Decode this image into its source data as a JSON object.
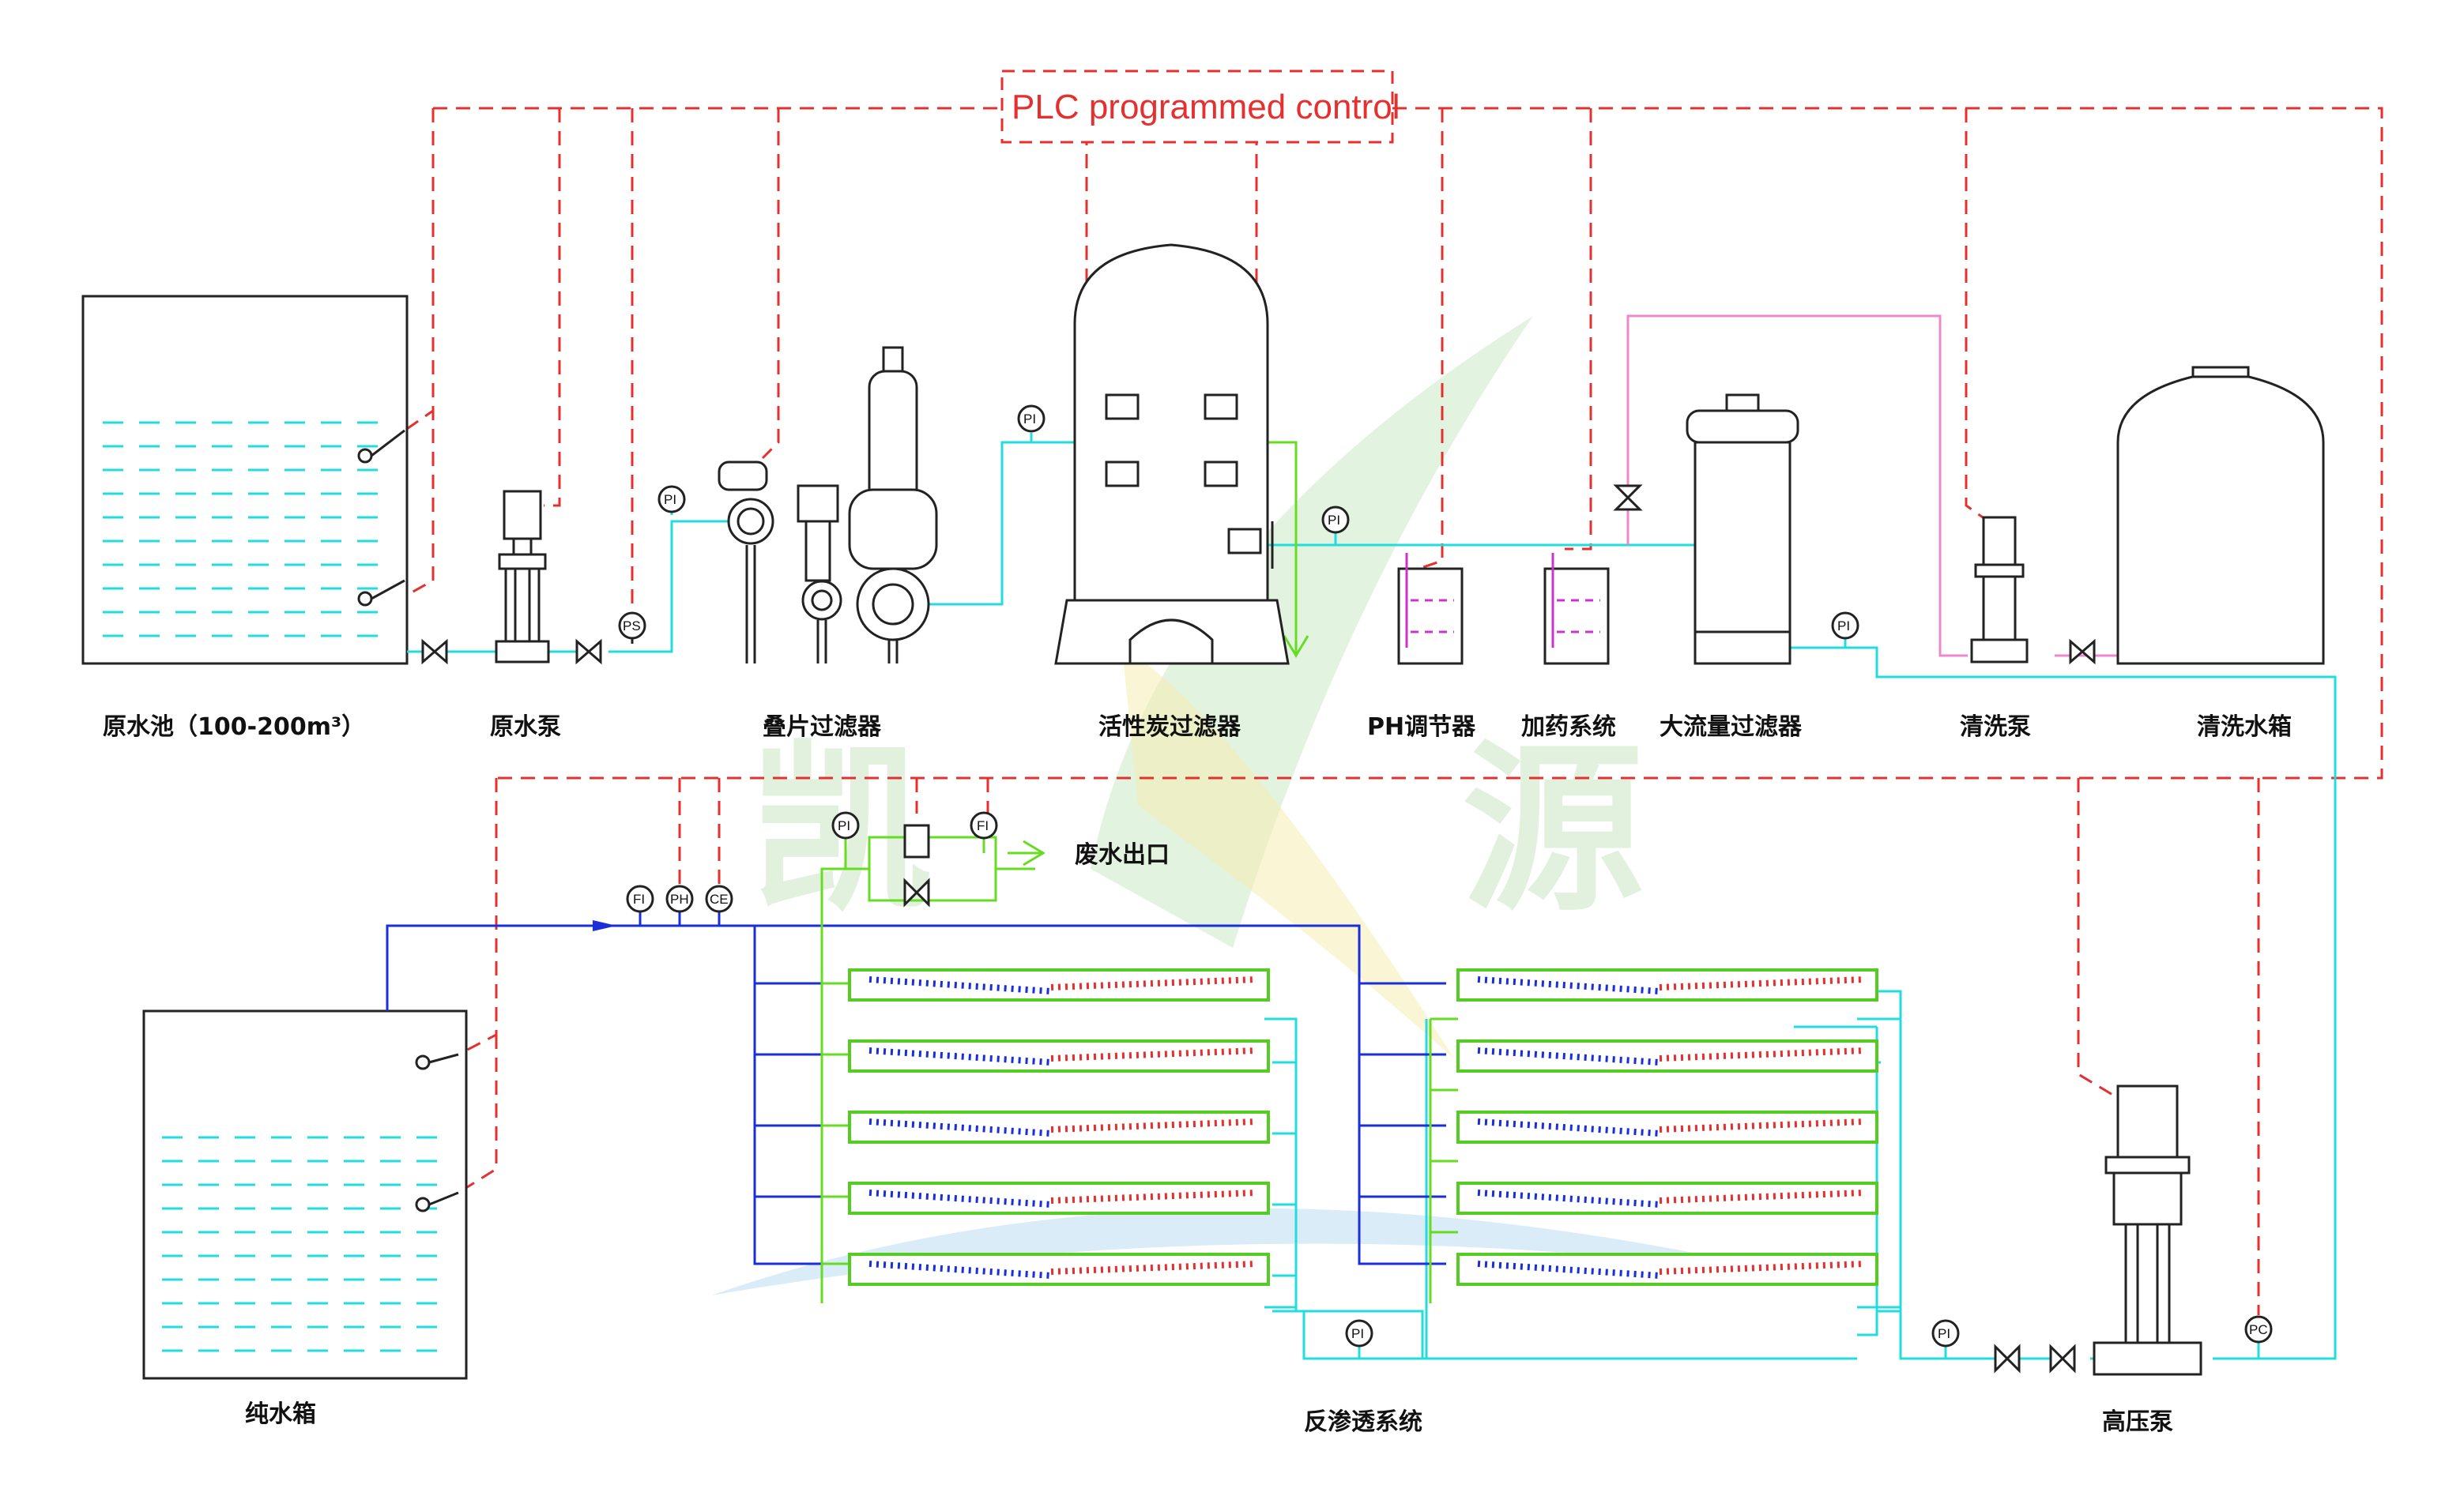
{
  "plc_label": "PLC programmed control",
  "watermark": {
    "char_left": "凯",
    "char_right": "源"
  },
  "equipment": {
    "raw_tank": "原水池（100-200m³）",
    "raw_pump": "原水泵",
    "disc_filter": "叠片过滤器",
    "carbon_filter": "活性炭过滤器",
    "ph_regulator": "PH调节器",
    "dosing_system": "加药系统",
    "high_flow_filter": "大流量过滤器",
    "cleaning_pump": "清洗泵",
    "cleaning_tank": "清洗水箱",
    "pure_tank": "纯水箱",
    "ro_system": "反渗透系统",
    "hp_pump": "高压泵",
    "waste_outlet": "废水出口"
  },
  "instruments": {
    "pi": "PI",
    "ps": "PS",
    "fi": "FI",
    "ph": "PH",
    "ce": "CE",
    "pc": "PC"
  },
  "colors": {
    "control_line": "#e53030",
    "water_pipe": "#22dddd",
    "product_pipe": "#1a2fd9",
    "concentrate_pipe": "#66dd22",
    "cleaning_pipe": "#ee88cc"
  }
}
